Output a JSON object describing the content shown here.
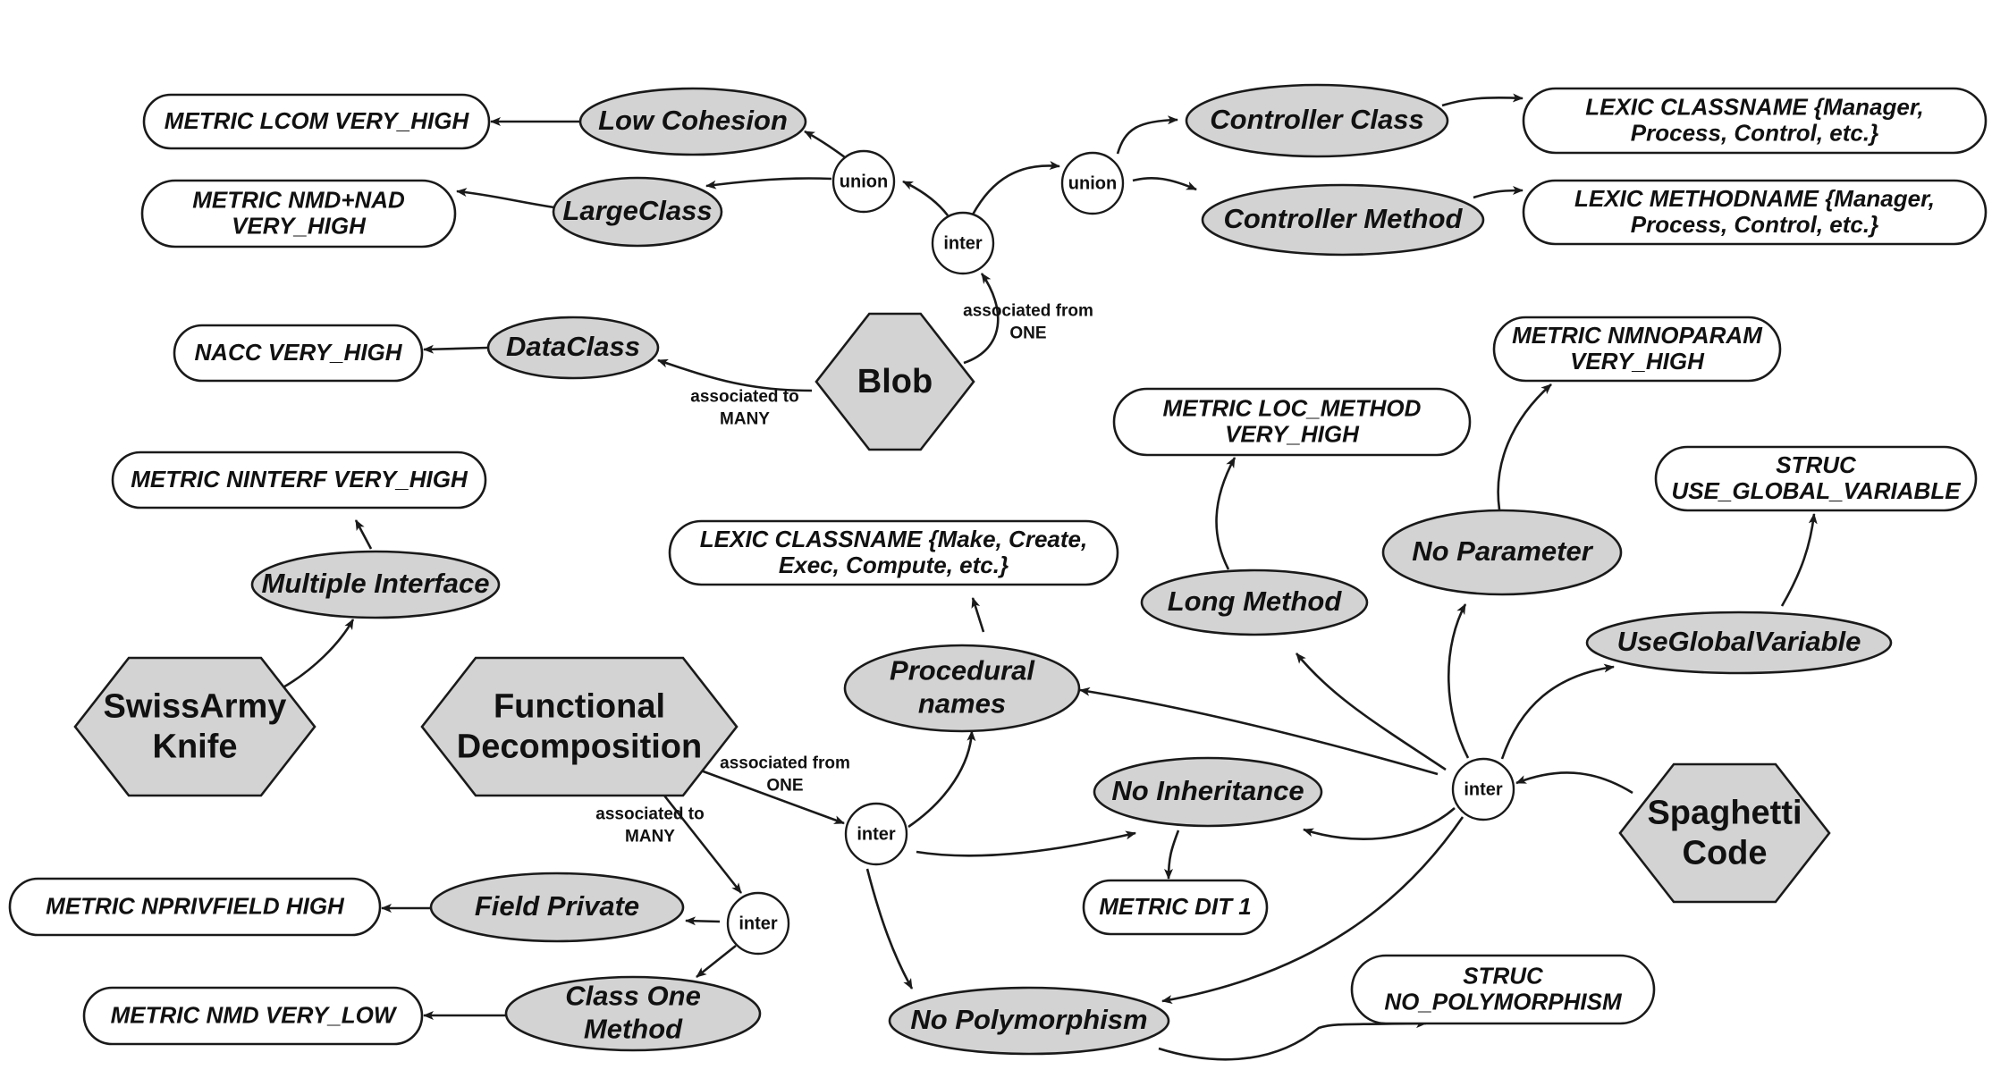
{
  "diagram": {
    "antipatterns": {
      "blob": [
        "Blob"
      ],
      "swiss_army_knife": [
        "SwissArmy",
        "Knife"
      ],
      "functional_decomposition": [
        "Functional",
        "Decomposition"
      ],
      "spaghetti_code": [
        "Spaghetti",
        "Code"
      ]
    },
    "smells": {
      "low_cohesion": [
        "Low Cohesion"
      ],
      "large_class": [
        "LargeClass"
      ],
      "controller_class": [
        "Controller Class"
      ],
      "controller_method": [
        "Controller Method"
      ],
      "data_class": [
        "DataClass"
      ],
      "multiple_interface": [
        "Multiple Interface"
      ],
      "procedural_names": [
        "Procedural",
        "names"
      ],
      "long_method": [
        "Long Method"
      ],
      "no_parameter": [
        "No Parameter"
      ],
      "use_global_variable": [
        "UseGlobalVariable"
      ],
      "no_inheritance": [
        "No Inheritance"
      ],
      "field_private": [
        "Field Private"
      ],
      "class_one_method": [
        "Class One",
        "Method"
      ],
      "no_polymorphism": [
        "No Polymorphism"
      ]
    },
    "properties": {
      "metric_lcom": [
        "METRIC LCOM  VERY_HIGH"
      ],
      "metric_nmd_nad": [
        "METRIC NMD+NAD",
        "VERY_HIGH"
      ],
      "lexic_classname_manager": [
        "LEXIC CLASSNAME  {Manager,",
        "Process, Control, etc.}"
      ],
      "lexic_methodname_manager": [
        "LEXIC METHODNAME  {Manager,",
        "Process, Control, etc.}"
      ],
      "nacc": [
        "NACC  VERY_HIGH"
      ],
      "metric_nmnoparam": [
        "METRIC NMNOPARAM",
        "VERY_HIGH"
      ],
      "metric_loc_method": [
        "METRIC LOC_METHOD",
        "VERY_HIGH"
      ],
      "struc_use_global_variable": [
        "STRUC",
        "USE_GLOBAL_VARIABLE"
      ],
      "metric_ninterf": [
        "METRIC NINTERF  VERY_HIGH"
      ],
      "lexic_classname_make": [
        "LEXIC CLASSNAME  {Make, Create,",
        "Exec, Compute, etc.}"
      ],
      "metric_dit": [
        "METRIC DIT  1"
      ],
      "metric_nprivfield": [
        "METRIC NPRIVFIELD  HIGH"
      ],
      "metric_nmd_low": [
        "METRIC NMD  VERY_LOW"
      ],
      "struc_no_polymorphism": [
        "STRUC",
        "NO_POLYMORPHISM"
      ]
    },
    "operators": {
      "union_left": "union",
      "union_right": "union",
      "inter_blob": "inter",
      "inter_fd_one": "inter",
      "inter_fd_many": "inter",
      "inter_spaghetti": "inter"
    },
    "edge_labels": {
      "blob_from_one": [
        "associated from",
        "ONE"
      ],
      "blob_to_many": [
        "associated to",
        "MANY"
      ],
      "fd_from_one": [
        "associated from",
        "ONE"
      ],
      "fd_to_many": [
        "associated to",
        "MANY"
      ]
    }
  }
}
